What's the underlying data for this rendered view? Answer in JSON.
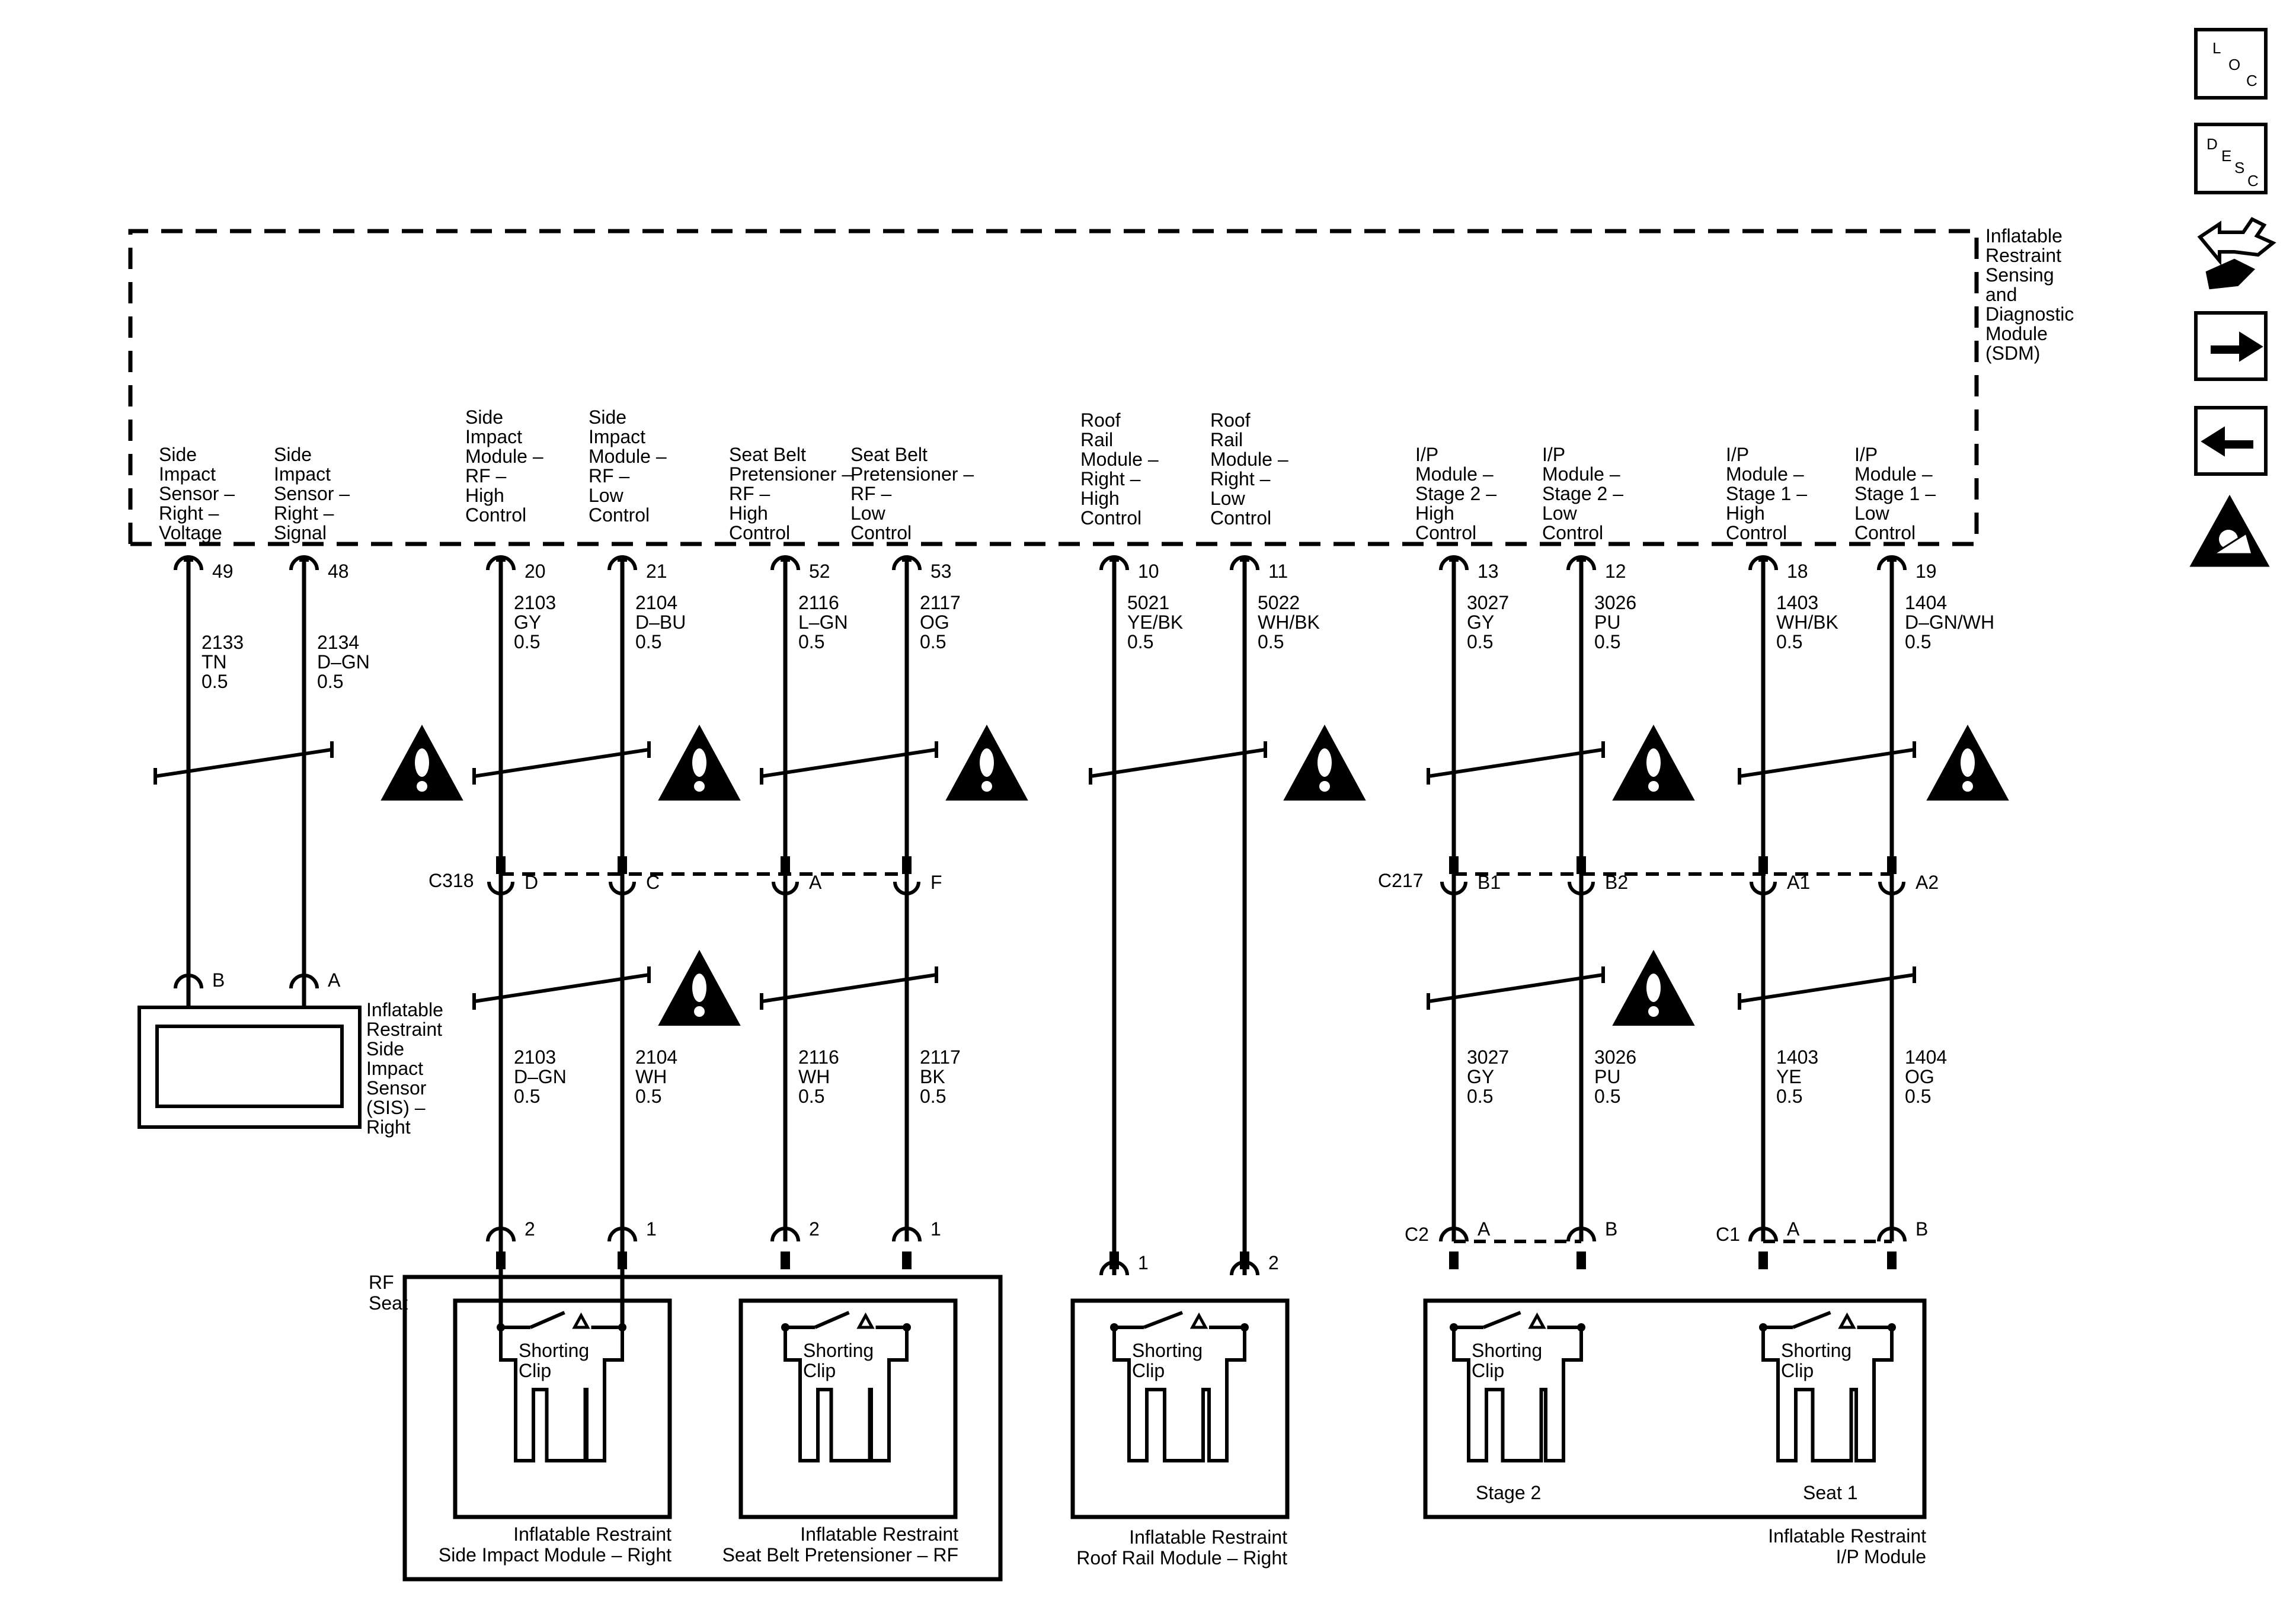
{
  "sdm": {
    "lines": [
      "Inflatable",
      "Restraint",
      "Sensing",
      "and",
      "Diagnostic",
      "Module",
      "(SDM)"
    ]
  },
  "nav_icons": [
    {
      "name": "location-icon",
      "glyph": "LOC"
    },
    {
      "name": "description-icon",
      "glyph": "DESC"
    },
    {
      "name": "connector-tools-icon",
      "glyph": ""
    },
    {
      "name": "next-arrow-icon",
      "glyph": "→"
    },
    {
      "name": "previous-arrow-icon",
      "glyph": "←"
    },
    {
      "name": "airbag-warning-icon",
      "glyph": ""
    }
  ],
  "circuits": [
    {
      "id": "sis-voltage",
      "label": [
        "Side",
        "Impact",
        "Sensor –",
        "Right –",
        "Voltage"
      ],
      "pin": "49",
      "upper": [
        "2133",
        "TN",
        "0.5"
      ],
      "lower_pin": "B"
    },
    {
      "id": "sis-signal",
      "label": [
        "Side",
        "Impact",
        "Sensor –",
        "Right –",
        "Signal"
      ],
      "pin": "48",
      "upper": [
        "2134",
        "D–GN",
        "0.5"
      ],
      "lower_pin": "A"
    },
    {
      "id": "sim-rf-high",
      "label": [
        "Side",
        "Impact",
        "Module –",
        "RF –",
        "High",
        "Control"
      ],
      "pin": "20",
      "upper": [
        "2103",
        "GY",
        "0.5"
      ],
      "inline": "D",
      "lower": [
        "2103",
        "D–GN",
        "0.5"
      ],
      "device_pin": "2"
    },
    {
      "id": "sim-rf-low",
      "label": [
        "Side",
        "Impact",
        "Module –",
        "RF –",
        "Low",
        "Control"
      ],
      "pin": "21",
      "upper": [
        "2104",
        "D–BU",
        "0.5"
      ],
      "inline": "C",
      "lower": [
        "2104",
        "WH",
        "0.5"
      ],
      "device_pin": "1"
    },
    {
      "id": "sbp-rf-high",
      "label": [
        "Seat Belt",
        "Pretensioner –",
        "RF –",
        "High",
        "Control"
      ],
      "pin": "52",
      "upper": [
        "2116",
        "L–GN",
        "0.5"
      ],
      "inline": "A",
      "lower": [
        "2116",
        "WH",
        "0.5"
      ],
      "device_pin": "2"
    },
    {
      "id": "sbp-rf-low",
      "label": [
        "Seat Belt",
        "Pretensioner –",
        "RF –",
        "Low",
        "Control"
      ],
      "pin": "53",
      "upper": [
        "2117",
        "OG",
        "0.5"
      ],
      "inline": "F",
      "lower": [
        "2117",
        "BK",
        "0.5"
      ],
      "device_pin": "1"
    },
    {
      "id": "rrm-high",
      "label": [
        "Roof",
        "Rail",
        "Module –",
        "Right –",
        "High",
        "Control"
      ],
      "pin": "10",
      "upper": [
        "5021",
        "YE/BK",
        "0.5"
      ],
      "device_pin": "1"
    },
    {
      "id": "rrm-low",
      "label": [
        "Roof",
        "Rail",
        "Module –",
        "Right –",
        "Low",
        "Control"
      ],
      "pin": "11",
      "upper": [
        "5022",
        "WH/BK",
        "0.5"
      ],
      "device_pin": "2"
    },
    {
      "id": "ip-s2-high",
      "label": [
        "I/P",
        "Module –",
        "Stage 2 –",
        "High",
        "Control"
      ],
      "pin": "13",
      "upper": [
        "3027",
        "GY",
        "0.5"
      ],
      "inline": "B1",
      "lower": [
        "3027",
        "GY",
        "0.5"
      ],
      "device_pin": "A"
    },
    {
      "id": "ip-s2-low",
      "label": [
        "I/P",
        "Module –",
        "Stage 2 –",
        "Low",
        "Control"
      ],
      "pin": "12",
      "upper": [
        "3026",
        "PU",
        "0.5"
      ],
      "inline": "B2",
      "lower": [
        "3026",
        "PU",
        "0.5"
      ],
      "device_pin": "B"
    },
    {
      "id": "ip-s1-high",
      "label": [
        "I/P",
        "Module –",
        "Stage 1 –",
        "High",
        "Control"
      ],
      "pin": "18",
      "upper": [
        "1403",
        "WH/BK",
        "0.5"
      ],
      "inline": "A1",
      "lower": [
        "1403",
        "YE",
        "0.5"
      ],
      "device_pin": "A"
    },
    {
      "id": "ip-s1-low",
      "label": [
        "I/P",
        "Module –",
        "Stage 1 –",
        "Low",
        "Control"
      ],
      "pin": "19",
      "upper": [
        "1404",
        "D–GN/WH",
        "0.5"
      ],
      "inline": "A2",
      "lower": [
        "1404",
        "OG",
        "0.5"
      ],
      "device_pin": "B"
    }
  ],
  "connectors": {
    "c318": "C318",
    "c217": "C217",
    "c2": "C2",
    "c1": "C1"
  },
  "sis": {
    "lines": [
      "Inflatable",
      "Restraint",
      "Side",
      "Impact",
      "Sensor",
      "(SIS) –",
      "Right"
    ]
  },
  "rf_seat": {
    "lines": [
      "RF",
      "Seat"
    ]
  },
  "shorting_clip": [
    "Shorting",
    "Clip"
  ],
  "side_impact_module": {
    "lines": [
      "Inflatable Restraint",
      "Side Impact Module – Right"
    ]
  },
  "seat_belt_pretensioner": {
    "lines": [
      "Inflatable Restraint",
      "Seat Belt Pretensioner – RF"
    ]
  },
  "roof_rail_module": {
    "lines": [
      "Inflatable Restraint",
      "Roof Rail Module – Right"
    ]
  },
  "ip_module": {
    "lines": [
      "Inflatable Restraint",
      "I/P Module"
    ],
    "stage2": "Stage 2",
    "stage1": "Seat 1"
  }
}
